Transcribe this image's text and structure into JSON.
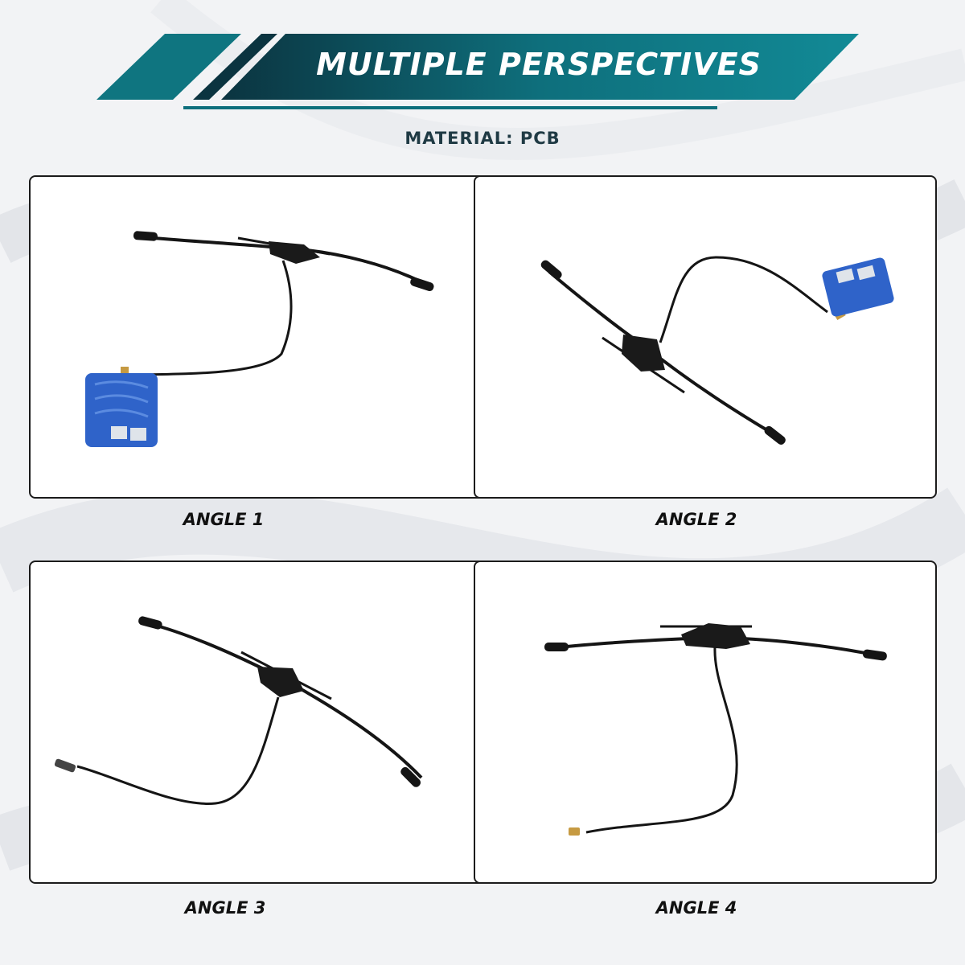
{
  "header": {
    "title": "MULTIPLE PERSPECTIVES",
    "subtitle": "MATERIAL: PCB"
  },
  "panels": [
    {
      "caption": "ANGLE 1"
    },
    {
      "caption": "ANGLE 2"
    },
    {
      "caption": "ANGLE 3"
    },
    {
      "caption": "ANGLE 4"
    }
  ],
  "colors": {
    "banner_teal": "#0e6f7c",
    "banner_dark": "#0b3440",
    "board_blue": "#2f63c9",
    "cable": "#151515"
  }
}
